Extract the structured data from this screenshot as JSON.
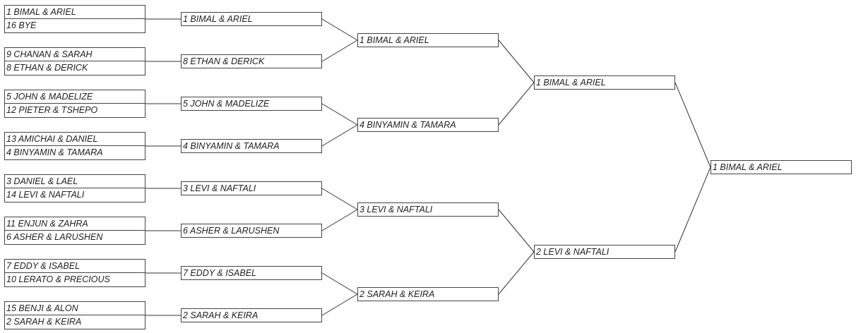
{
  "round1": [
    [
      "1 BIMAL & ARIEL",
      "16 BYE"
    ],
    [
      "9 CHANAN & SARAH",
      "8 ETHAN & DERICK"
    ],
    [
      "5 JOHN & MADELIZE",
      "12 PIETER & TSHEPO"
    ],
    [
      "13 AMICHAI & DANIEL",
      "4 BINYAMIN & TAMARA"
    ],
    [
      "3 DANIEL & LAEL",
      "14 LEVI & NAFTALI"
    ],
    [
      "11 ENJUN & ZAHRA",
      "6 ASHER & LARUSHEN"
    ],
    [
      "7 EDDY & ISABEL",
      "10 LERATO & PRECIOUS"
    ],
    [
      "15 BENJI & ALON",
      "2 SARAH & KEIRA"
    ]
  ],
  "round2": [
    "1 BIMAL & ARIEL",
    "8 ETHAN & DERICK",
    "5 JOHN & MADELIZE",
    "4 BINYAMIN & TAMARA",
    "3 LEVI & NAFTALI",
    "6 ASHER & LARUSHEN",
    "7 EDDY & ISABEL",
    "2 SARAH & KEIRA"
  ],
  "round3": [
    "1 BIMAL & ARIEL",
    "4 BINYAMIN & TAMARA",
    "3 LEVI & NAFTALI",
    "2 SARAH & KEIRA"
  ],
  "round4": [
    "1 BIMAL & ARIEL",
    "2 LEVI & NAFTALI"
  ],
  "champion": "1 BIMAL & ARIEL"
}
